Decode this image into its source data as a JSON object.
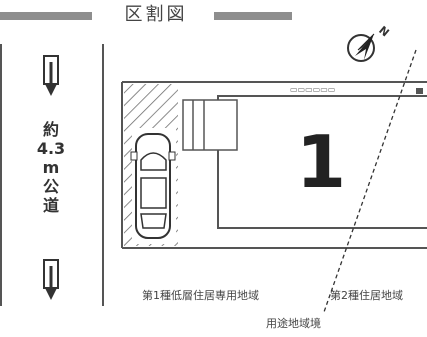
{
  "title": "区割図",
  "road": {
    "lines": [
      "約",
      "4.3",
      "m",
      "公",
      "道"
    ]
  },
  "lot_number": "1",
  "meter_label": "▭▭▭▭▭▭",
  "zone_left": "第1種低層住居専用地域",
  "zone_right": "第2種住居地域",
  "zone_boundary": "用途地域境",
  "north_label": "N",
  "colors": {
    "line": "#555555",
    "bar": "#8e8e8e",
    "hatch": "#6e6e6e",
    "text": "#3a3a3a"
  },
  "icons": [
    "north-compass-icon",
    "down-arrow-icon",
    "car-icon"
  ]
}
